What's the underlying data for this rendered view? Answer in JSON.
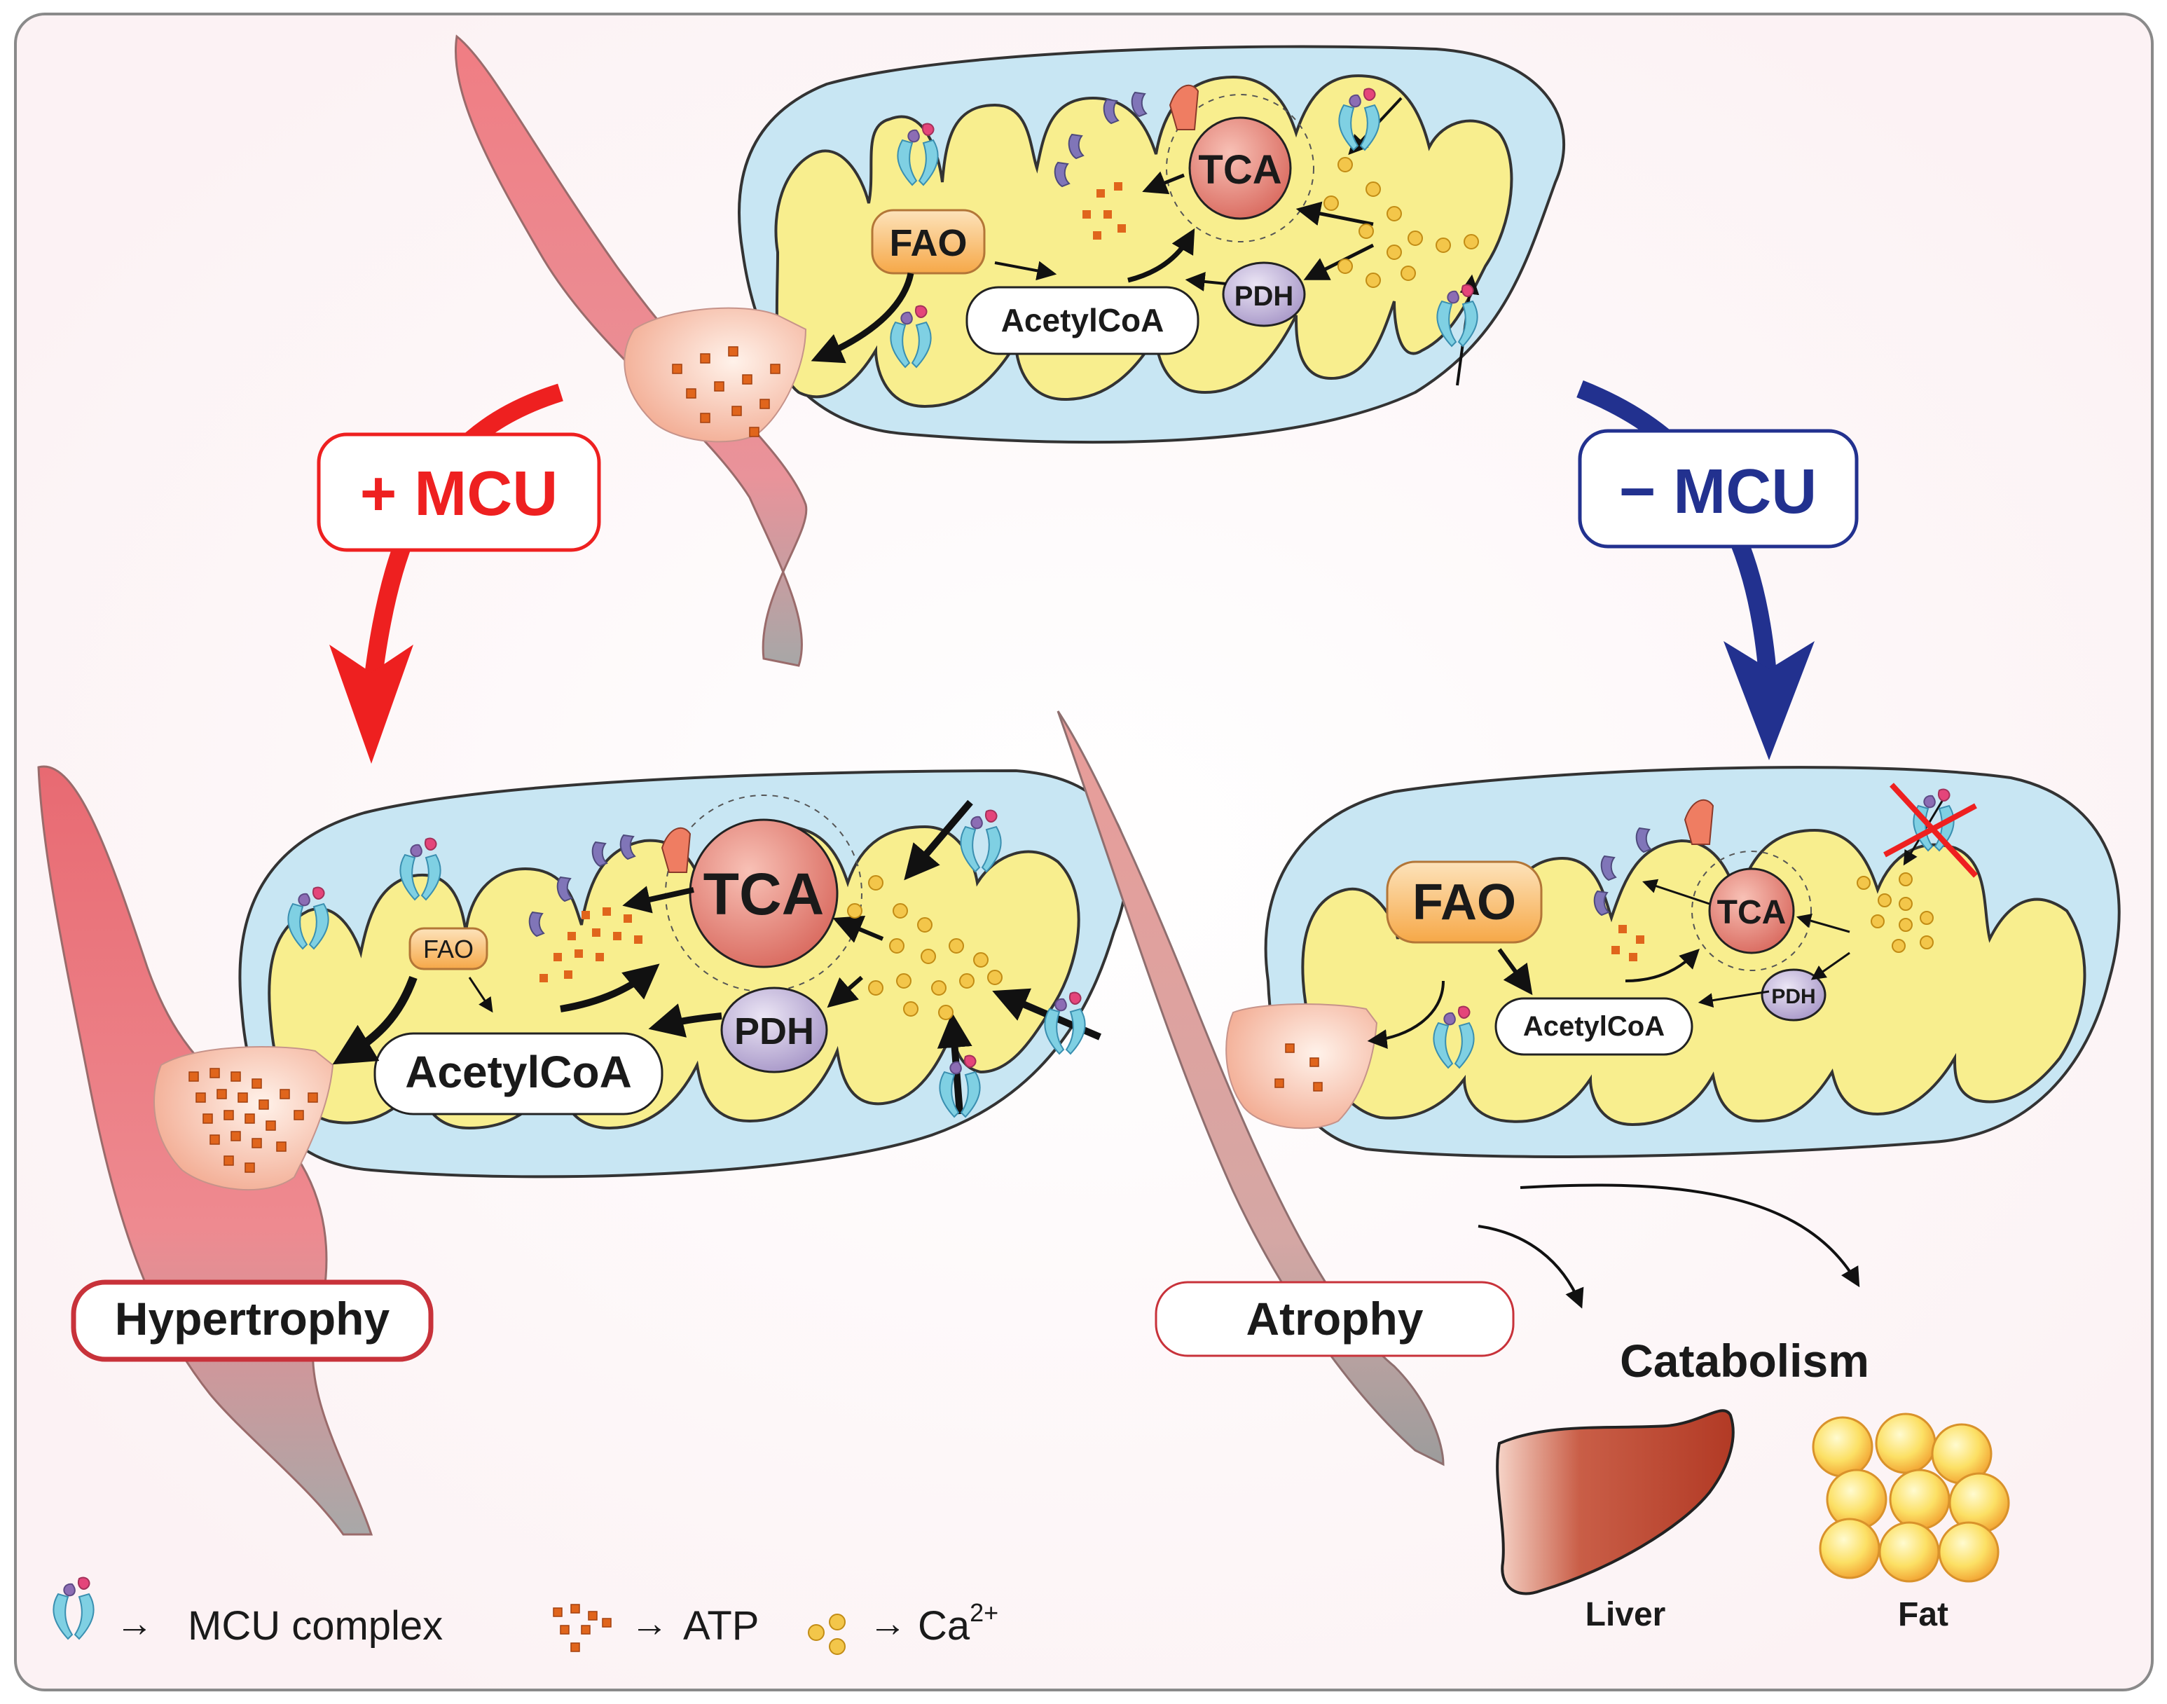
{
  "colors": {
    "background": "#fdf3f5",
    "frame": "#8a8a8a",
    "mito_outer": "#c8e6f3",
    "mito_inner": "#f8ee8e",
    "plus_mcu": "#ee2020",
    "minus_mcu": "#22318f",
    "muscle": "#ef6a72",
    "atp": "#e0651c",
    "calcium": "#f3c64a",
    "tca": "#ec8f85",
    "pdh": "#c9bde0",
    "fao": "#f9b764",
    "liver": "#b8412d",
    "fat": "#fbd84a"
  },
  "top": {
    "fao": "FAO",
    "tca": "TCA",
    "pdh": "PDH",
    "acetylcoa": "AcetylCoA"
  },
  "plus_branch": {
    "label": "+ MCU",
    "fao": "FAO",
    "tca": "TCA",
    "pdh": "PDH",
    "acetylcoa": "AcetylCoA",
    "outcome": "Hypertrophy"
  },
  "minus_branch": {
    "label": "− MCU",
    "fao": "FAO",
    "tca": "TCA",
    "pdh": "PDH",
    "acetylcoa": "AcetylCoA",
    "outcome": "Atrophy",
    "catabolism": "Catabolism",
    "liver": "Liver",
    "fat": "Fat"
  },
  "legend": {
    "mcu": "MCU complex",
    "atp": "ATP",
    "ca_base": "Ca",
    "ca_sup": "2+",
    "arrow": "→"
  },
  "icons": [
    "mcu-complex-icon",
    "atp-icon",
    "calcium-icon",
    "liver-icon",
    "fat-icon",
    "muscle-fiber-icon",
    "mitochondrion-icon"
  ]
}
